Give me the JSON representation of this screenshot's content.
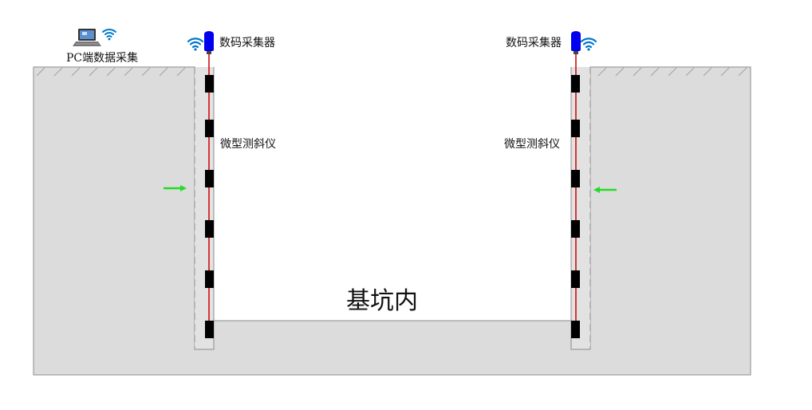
{
  "labels": {
    "pc_collection": "PC端数据采集",
    "collector_left": "数码采集器",
    "collector_right": "数码采集器",
    "inclinometer_left": "微型测斜仪",
    "inclinometer_right": "微型测斜仪",
    "pit_inside": "基坑内"
  },
  "colors": {
    "ground_fill": "#dcdcdc",
    "outline": "#8c8c8c",
    "sensor": "#000000",
    "cable": "#cc0000",
    "collector": "#0000ee",
    "wifi": "#0077cc",
    "arrow": "#22dd22"
  },
  "icons": {
    "wifi": "wifi-icon",
    "laptop": "laptop-icon",
    "collector": "data-collector-icon",
    "arrow": "arrow-icon"
  }
}
